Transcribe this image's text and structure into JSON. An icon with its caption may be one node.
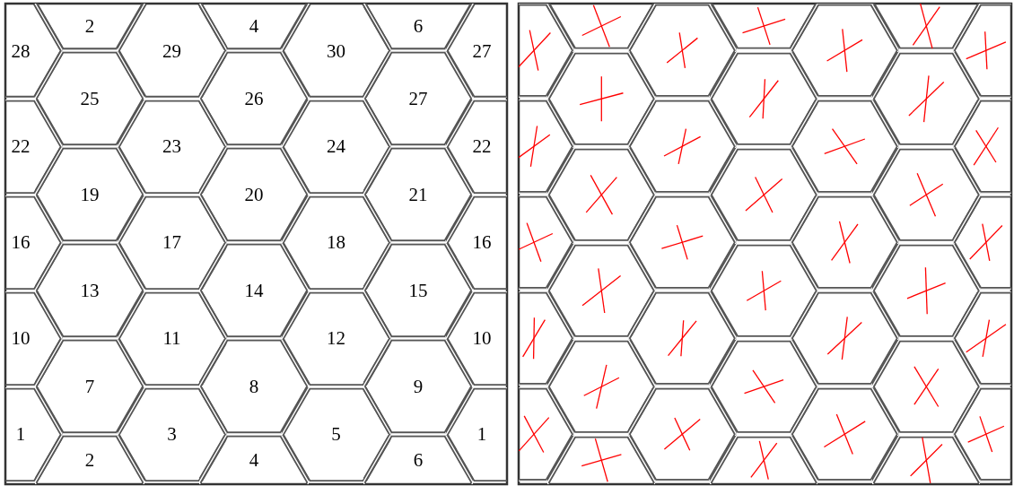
{
  "diagram": {
    "nodes": [
      {
        "text": [
          "2"
        ]
      },
      {
        "text": [
          "4"
        ]
      },
      {
        "text": [
          "6"
        ]
      },
      {
        "text": [
          "28"
        ]
      },
      {
        "text": [
          "29"
        ]
      },
      {
        "text": [
          "30"
        ]
      },
      {
        "text": [
          "27"
        ]
      },
      {
        "text": [
          "25"
        ]
      },
      {
        "text": [
          "26"
        ]
      },
      {
        "text": [
          "27"
        ]
      },
      {
        "text": [
          "22"
        ]
      },
      {
        "text": [
          "23"
        ]
      },
      {
        "text": [
          "24"
        ]
      },
      {
        "text": [
          "22"
        ]
      },
      {
        "text": [
          "19"
        ]
      },
      {
        "text": [
          "20"
        ]
      },
      {
        "text": [
          "21"
        ]
      },
      {
        "text": [
          "16"
        ]
      },
      {
        "text": [
          "17"
        ]
      },
      {
        "text": [
          "18"
        ]
      },
      {
        "text": [
          "16"
        ]
      },
      {
        "text": [
          "13"
        ]
      },
      {
        "text": [
          "14"
        ]
      },
      {
        "text": [
          "15"
        ]
      },
      {
        "text": [
          "10"
        ]
      },
      {
        "text": [
          "11"
        ]
      },
      {
        "text": [
          "12"
        ]
      },
      {
        "text": [
          "10"
        ]
      },
      {
        "text": [
          "7"
        ]
      },
      {
        "text": [
          "8"
        ]
      },
      {
        "text": [
          "9"
        ]
      },
      {
        "text": [
          "1"
        ]
      },
      {
        "text": [
          "3"
        ]
      },
      {
        "text": [
          "5"
        ]
      },
      {
        "text": [
          "1"
        ]
      },
      {
        "text": [
          "2"
        ]
      },
      {
        "text": [
          "4"
        ]
      },
      {
        "text": [
          "6"
        ]
      },
      {
        "text": [],
        "shape": "hexagon"
      },
      {
        "text": [],
        "shape": "hexagon"
      },
      {
        "text": [],
        "shape": "hexagon"
      },
      {
        "text": [],
        "shape": "hexagon"
      },
      {
        "text": [],
        "shape": "hexagon"
      },
      {
        "text": [],
        "shape": "hexagon"
      },
      {
        "text": [],
        "shape": "hexagon"
      },
      {
        "text": [],
        "shape": "hexagon"
      },
      {
        "text": [],
        "shape": "hexagon"
      },
      {
        "text": [],
        "shape": "hexagon"
      },
      {
        "text": [],
        "shape": "hexagon"
      },
      {
        "text": [],
        "shape": "hexagon"
      },
      {
        "text": [],
        "shape": "hexagon"
      },
      {
        "text": [],
        "shape": "hexagon"
      },
      {
        "text": [],
        "shape": "hexagon"
      },
      {
        "text": [],
        "shape": "hexagon"
      },
      {
        "text": [],
        "shape": "hexagon"
      },
      {
        "text": [],
        "shape": "hexagon"
      },
      {
        "text": [],
        "shape": "hexagon"
      },
      {
        "text": [],
        "shape": "hexagon"
      },
      {
        "text": [],
        "shape": "hexagon"
      },
      {
        "text": [],
        "shape": "hexagon"
      },
      {
        "text": [],
        "shape": "hexagon"
      },
      {
        "text": [],
        "shape": "hexagon"
      },
      {
        "text": [],
        "shape": "hexagon"
      },
      {
        "text": [],
        "shape": "hexagon"
      },
      {
        "text": [],
        "shape": "hexagon"
      },
      {
        "text": [],
        "shape": "hexagon"
      },
      {
        "text": [],
        "shape": "hexagon"
      },
      {
        "text": [],
        "shape": "hexagon"
      },
      {
        "text": [],
        "shape": "hexagon"
      },
      {
        "text": [],
        "shape": "hexagon"
      },
      {
        "text": [],
        "shape": "hexagon"
      },
      {
        "text": [],
        "shape": "hexagon"
      },
      {
        "text": [],
        "shape": "hexagon"
      },
      {
        "text": [],
        "shape": "hexagon"
      },
      {
        "text": [],
        "shape": "hexagon"
      },
      {
        "text": [],
        "shape": "hexagon"
      }
    ]
  }
}
